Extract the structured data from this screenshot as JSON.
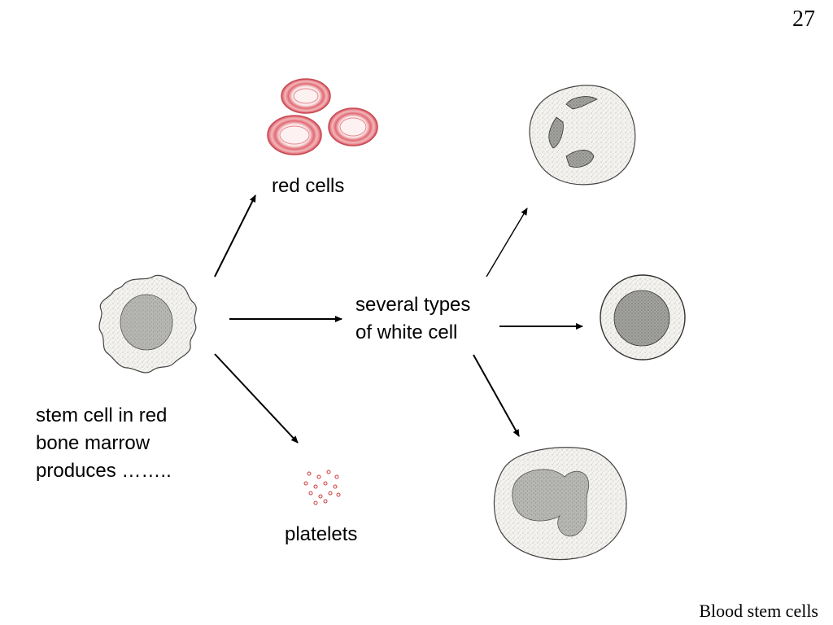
{
  "slide": {
    "page_number": "27",
    "footer": "Blood stem cells"
  },
  "labels": {
    "red_cells": "red cells",
    "white_cells_line1": "several types",
    "white_cells_line2": "of white cell",
    "stem_line1": "stem cell in red",
    "stem_line2": "bone marrow",
    "stem_line3": "produces ……..",
    "platelets": "platelets"
  },
  "colors": {
    "red_cell": "#e0606a",
    "platelet": "#cc3a3a",
    "cell_fill": "#f2f1ec",
    "nucleus_fill": "#9a9a96",
    "arrow": "#000000"
  }
}
